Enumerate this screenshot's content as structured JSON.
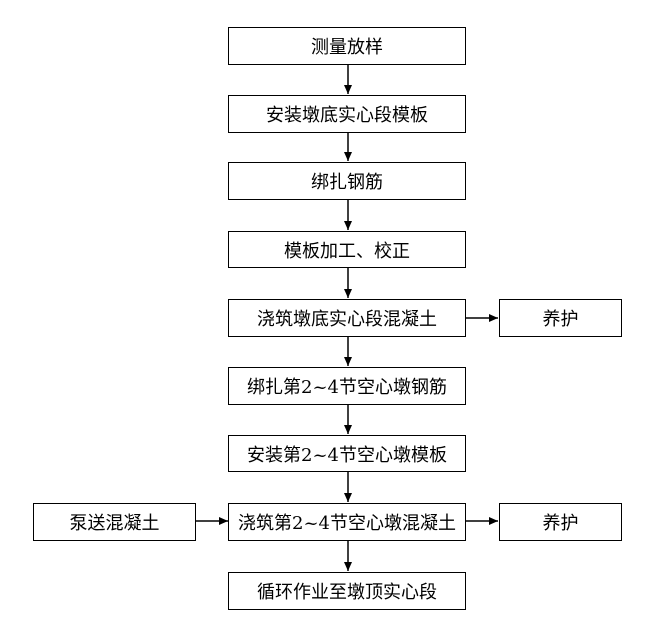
{
  "flowchart": {
    "steps": [
      "测量放样",
      "安装墩底实心段模板",
      "绑扎钢筋",
      "模板加工、校正",
      "浇筑墩底实心段混凝土",
      "绑扎第2~4节空心墩钢筋",
      "安装第2~4节空心墩模板",
      "浇筑第2~4节空心墩混凝土",
      "循环作业至墩顶实心段"
    ],
    "side_right_1": "养护",
    "side_right_2": "养护",
    "side_left": "泵送混凝土"
  },
  "colors": {
    "stroke": "#000000",
    "background": "#ffffff"
  }
}
